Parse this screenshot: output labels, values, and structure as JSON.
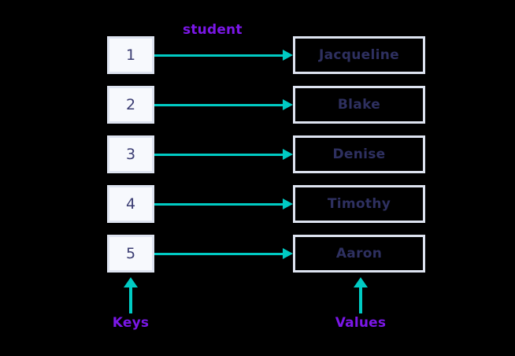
{
  "diagram": {
    "type": "key-value-mapping",
    "top_label": "student",
    "keys_label": "Keys",
    "values_label": "Values",
    "colors": {
      "background": "#000000",
      "arrow": "#00CBC4",
      "label_purple": "#7B17E8",
      "value_text": "#2E3060",
      "key_text": "#3B3D73",
      "box_border": "#DDE3F0",
      "key_box_fill": "#F7F9FD"
    },
    "rows": [
      {
        "key": "1",
        "value": "Jacqueline"
      },
      {
        "key": "2",
        "value": "Blake"
      },
      {
        "key": "3",
        "value": "Denise"
      },
      {
        "key": "4",
        "value": "Timothy"
      },
      {
        "key": "5",
        "value": "Aaron"
      }
    ]
  }
}
